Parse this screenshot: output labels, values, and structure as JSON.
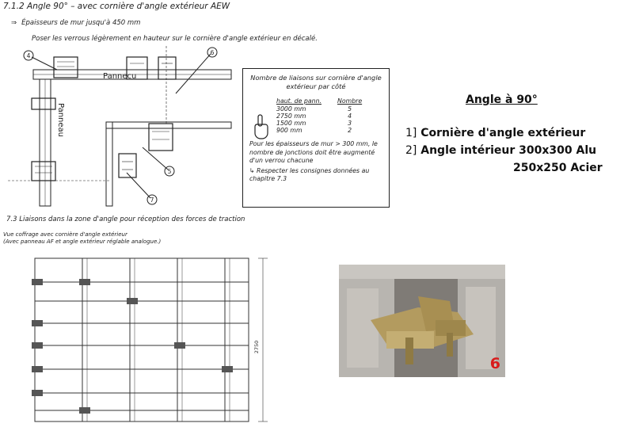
{
  "section_title": "7.1.2 Angle 90° – avec cornière d'angle extérieur AEW",
  "wall_thickness_line": "Épaisseurs de mur jusqu'à 450 mm",
  "instruction": "Poser les verrous légèrement en hauteur sur le cornière d'angle extérieur en décalé.",
  "drawing": {
    "panel_label_h": "Pannecu",
    "panel_label_v": "Panneau",
    "callouts": [
      "4",
      "6",
      "5",
      "7"
    ]
  },
  "info_box": {
    "heading": "Nombre de liaisons sur cornière d'angle extérieur par côté",
    "col_height": "haut. de pann.",
    "col_count": "Nombre",
    "rows": [
      {
        "height": "3000 mm",
        "count": "5"
      },
      {
        "height": "2750 mm",
        "count": "4"
      },
      {
        "height": "1500 mm",
        "count": "3"
      },
      {
        "height": "900 mm",
        "count": "2"
      }
    ],
    "note": "Pour les épaisseurs de mur > 300 mm, le nombre de jonctions doit être augmenté d'un verrou chacune",
    "reference": "Respecter les consignes données au chapitre 7.3"
  },
  "section_73": {
    "title": "7.3 Liaisons dans la zone d'angle pour réception des forces de traction",
    "sub_line1": "Vue coffrage avec cornière d'angle extérieur",
    "sub_line2": "(Avec panneau AF et angle extérieur réglable analogue.)",
    "dimension": "2750"
  },
  "right_panel": {
    "heading": "Angle à 90°",
    "item1_index": "1]",
    "item1_text": "Cornière d'angle extérieur",
    "item2_index": "2]",
    "item2_text": "Angle intérieur 300x300 Alu",
    "item2_text_line2": "250x250 Acier"
  },
  "photo": {
    "number_label": "6",
    "icon": "photo-icon"
  },
  "colors": {
    "ink": "#222222",
    "photo_red": "#d81c1c",
    "photo_metal": "#b9b1a6",
    "photo_gold": "#b39b5f"
  }
}
